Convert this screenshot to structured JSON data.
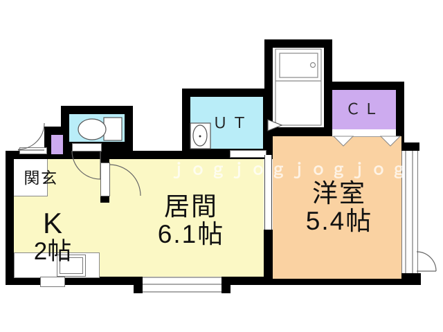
{
  "plan": {
    "title": "1K apartment floor plan",
    "rooms": [
      {
        "id": "genkan",
        "name": "玄関",
        "size": ""
      },
      {
        "id": "kitchen",
        "name": "K",
        "size": "2帖"
      },
      {
        "id": "living",
        "name": "居間",
        "size": "6.1帖"
      },
      {
        "id": "western",
        "name": "洋室",
        "size": "5.4帖"
      },
      {
        "id": "utility",
        "name": "ＵＴ",
        "size": ""
      },
      {
        "id": "closet",
        "name": "ＣＬ",
        "size": ""
      }
    ],
    "watermark": "ｊｏｇｊｏｇｊｏｇｊｏｇ",
    "colors": {
      "bg": "#ffffff",
      "wall": "#000000",
      "yellow": "#fbf8c5",
      "cyan": "#b9edf8",
      "purple": "#cdabef",
      "orange": "#fad2a2",
      "line": "#777777",
      "text": "#111111"
    }
  }
}
